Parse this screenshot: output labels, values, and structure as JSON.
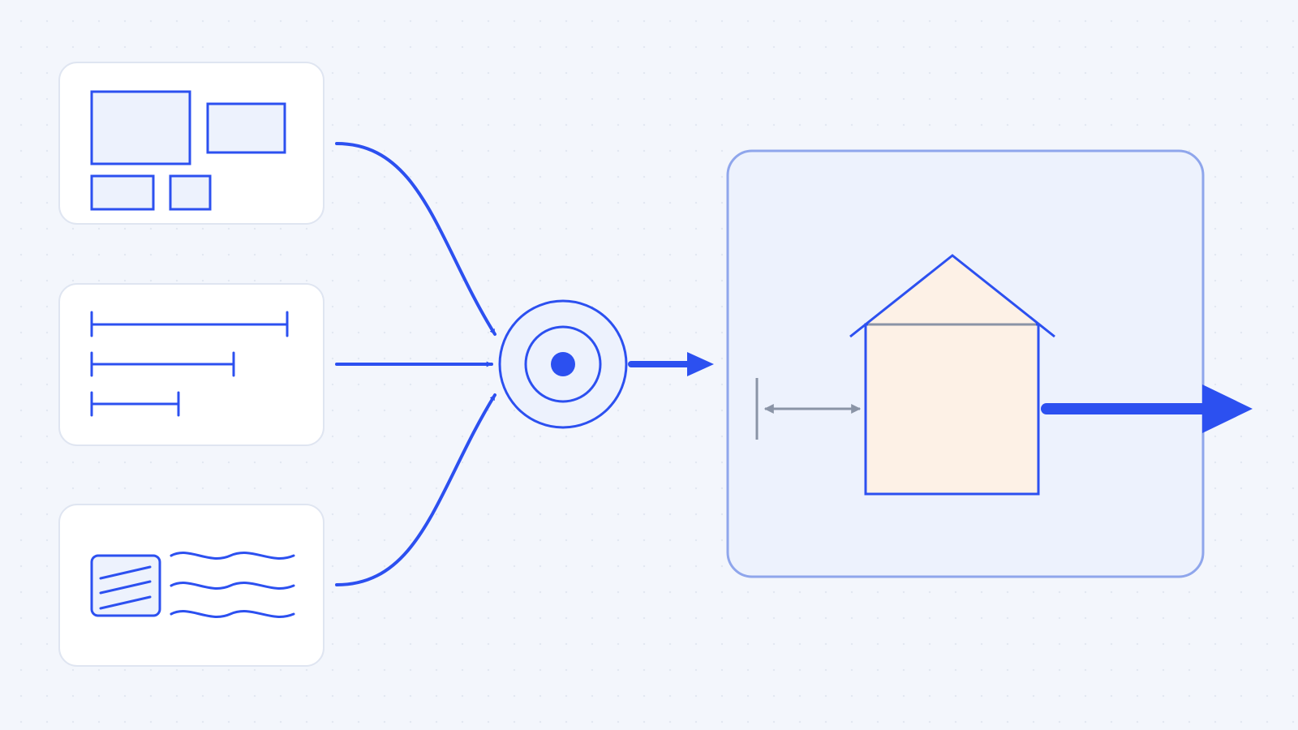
{
  "colors": {
    "background": "#f3f6fc",
    "card_fill": "#ffffff",
    "card_border": "#dfe5f1",
    "accent": "#2c50f0",
    "accent_soft_fill": "#edf2fd",
    "panel_border": "#8fa6ec",
    "house_fill": "#fdf1e6",
    "gray_line": "#8a94a6"
  },
  "nodes": {
    "input_layout": {
      "icon": "layout-grid-icon"
    },
    "input_widths": {
      "icon": "width-bars-icon"
    },
    "input_content": {
      "icon": "image-text-icon"
    },
    "hub": {
      "icon": "target-icon"
    },
    "output_panel": {
      "icon": "house-icon"
    }
  },
  "edges": [
    {
      "from": "input_layout",
      "to": "hub"
    },
    {
      "from": "input_widths",
      "to": "hub"
    },
    {
      "from": "input_content",
      "to": "hub"
    },
    {
      "from": "hub",
      "to": "output_panel"
    },
    {
      "from": "output_panel",
      "to": "exit"
    }
  ]
}
